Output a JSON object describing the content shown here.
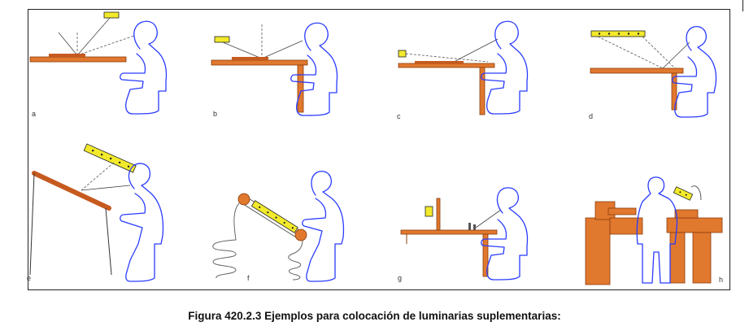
{
  "caption": "Figura 420.2.3 Ejemplos para colocación de luminarias suplementarias:",
  "panels": [
    {
      "id": "a",
      "label": "a"
    },
    {
      "id": "b",
      "label": "b"
    },
    {
      "id": "c",
      "label": "c"
    },
    {
      "id": "d",
      "label": "d"
    },
    {
      "id": "e",
      "label": "e"
    },
    {
      "id": "f",
      "label": "f"
    },
    {
      "id": "g",
      "label": "g"
    },
    {
      "id": "h",
      "label": "h"
    }
  ],
  "colors": {
    "table": "#e0782e",
    "luminaire": "#f2ea2a",
    "worker_outline": "#2a3cff",
    "light_ray": "#555555"
  }
}
